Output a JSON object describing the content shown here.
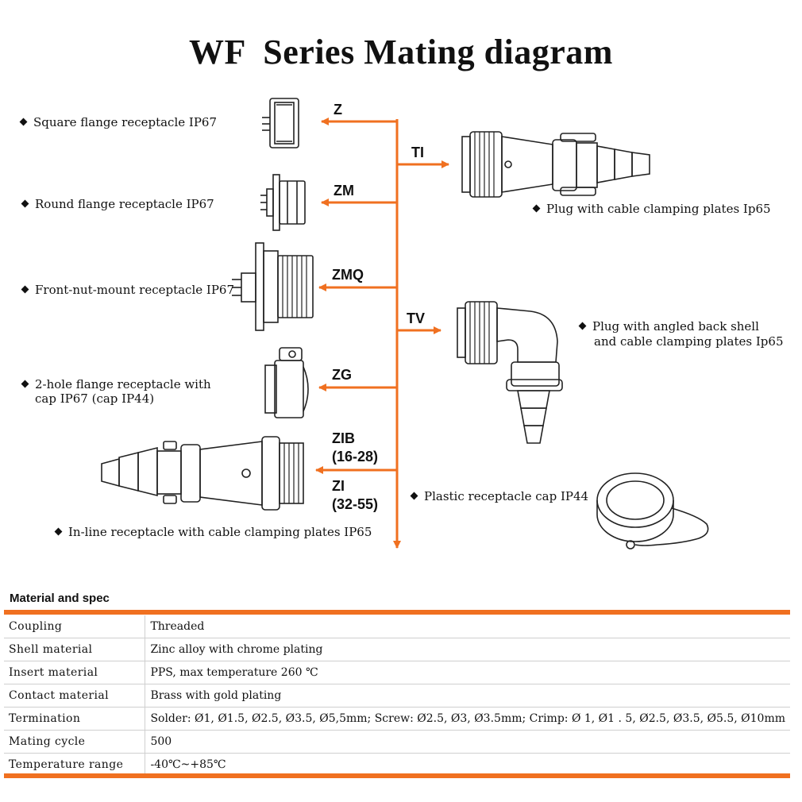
{
  "title": "WF  Series Mating diagram",
  "colors": {
    "accent": "#f07020",
    "ink": "#111111"
  },
  "left_items": [
    {
      "code": "Z",
      "label": [
        "Square flange receptacle IP67"
      ]
    },
    {
      "code": "ZM",
      "label": [
        "Round flange receptacle IP67"
      ]
    },
    {
      "code": "ZMQ",
      "label": [
        "Front-nut-mount receptacle IP67"
      ]
    },
    {
      "code": "ZG",
      "label": [
        "2-hole flange receptacle with",
        "cap IP67 (cap IP44)"
      ]
    }
  ],
  "inline_item": {
    "codes": [
      "ZIB",
      "(16-28)",
      "ZI",
      "(32-55)"
    ],
    "label": "In-line receptacle with cable clamping plates  IP65"
  },
  "right_items": [
    {
      "code": "TI",
      "label": [
        "Plug with cable clamping plates  Ip65"
      ]
    },
    {
      "code": "TV",
      "label": [
        "Plug with angled back shell",
        "and cable clamping plates  Ip65"
      ]
    }
  ],
  "cap_item": {
    "label": "Plastic receptacle cap IP44"
  },
  "spec": {
    "title": "Material and spec",
    "rows": [
      {
        "key": "Coupling",
        "value": "Threaded"
      },
      {
        "key": "Shell material",
        "value": "Zinc alloy with chrome plating"
      },
      {
        "key": "Insert  material",
        "value": "PPS, max temperature 260 ℃"
      },
      {
        "key": "Contact material",
        "value": "Brass with gold plating"
      },
      {
        "key": "Termination",
        "value": "Solder: Ø1, Ø1.5, Ø2.5, Ø3.5, Ø5,5mm;    Screw: Ø2.5, Ø3, Ø3.5mm;        Crimp:  Ø 1, Ø1 . 5, Ø2.5, Ø3.5, Ø5.5, Ø10mm"
      },
      {
        "key": "Mating  cycle",
        "value": "500"
      },
      {
        "key": "Temperature  range",
        "value": "-40℃~+85℃"
      }
    ]
  }
}
